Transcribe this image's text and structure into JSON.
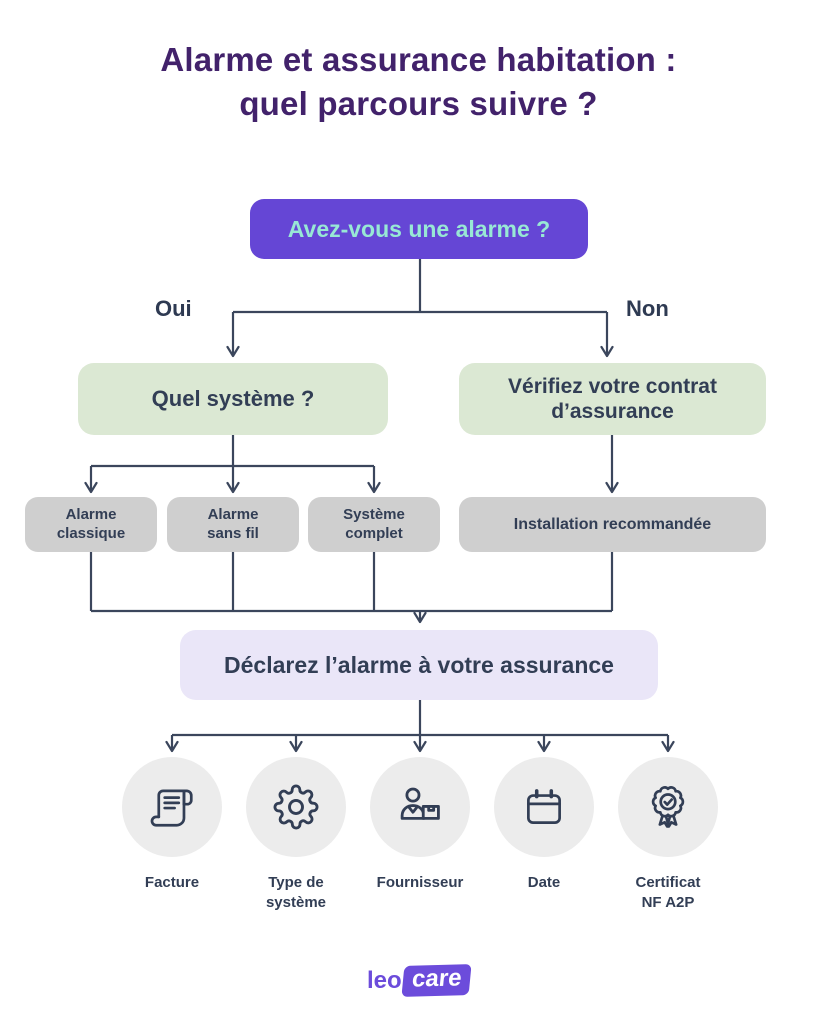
{
  "page": {
    "title": "Alarme et assurance habitation :\nquel parcours suivre ?"
  },
  "flow": {
    "root": "Avez-vous une alarme ?",
    "yes_label": "Oui",
    "no_label": "Non",
    "yes_question": "Quel système ?",
    "no_action": "Vérifiez votre contrat\nd’assurance",
    "systems": [
      "Alarme\nclassique",
      "Alarme\nsans fil",
      "Système\ncomplet"
    ],
    "recommendation": "Installation recommandée",
    "declare": "Déclarez l’alarme à votre assurance",
    "declare_items": [
      {
        "icon": "receipt-icon",
        "label": "Facture"
      },
      {
        "icon": "gear-icon",
        "label": "Type de\nsystème"
      },
      {
        "icon": "supplier-icon",
        "label": "Fournisseur"
      },
      {
        "icon": "calendar-icon",
        "label": "Date"
      },
      {
        "icon": "certificate-icon",
        "label": "Certificat\nNF A2P"
      }
    ]
  },
  "footer": {
    "brand_leo": "leo",
    "brand_care": "care"
  },
  "colors": {
    "title_purple": "#42226b",
    "accent_purple": "#6546d5",
    "mint_text": "#98e8d5",
    "green_box": "#dbe8d3",
    "gray_box": "#cfcfcf",
    "lavender_box": "#eae6f8",
    "circle_bg": "#ececec",
    "line": "#3b465c",
    "navy_text": "#323e55",
    "logo_purple": "#6c4cdb"
  }
}
